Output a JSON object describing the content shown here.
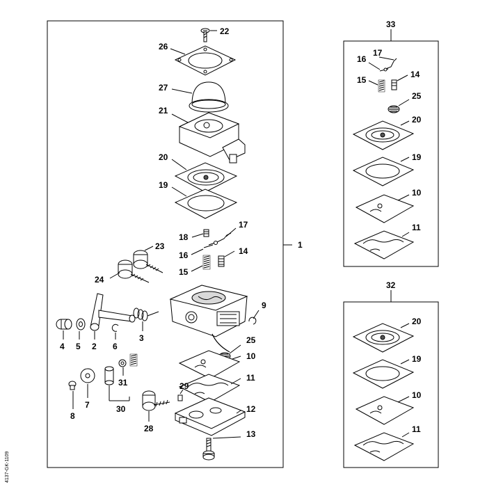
{
  "diagram": {
    "main_assembly_number": "1",
    "kit_33_header": "33",
    "kit_32_header": "32",
    "drawing_code": "4137-GK-1109",
    "main_labels": {
      "p22": "22",
      "p26": "26",
      "p27": "27",
      "p21": "21",
      "p20": "20",
      "p19": "19",
      "p18": "18",
      "p17": "17",
      "p16": "16",
      "p14": "14",
      "p15": "15",
      "p23": "23",
      "p24": "24",
      "p9": "9",
      "p4": "4",
      "p5": "5",
      "p2": "2",
      "p6": "6",
      "p3": "3",
      "p25": "25",
      "p10": "10",
      "p11": "11",
      "p31": "31",
      "p7": "7",
      "p8": "8",
      "p30": "30",
      "p29": "29",
      "p28": "28",
      "p12": "12",
      "p13": "13"
    },
    "kit33_labels": {
      "p17": "17",
      "p16": "16",
      "p14": "14",
      "p15": "15",
      "p25": "25",
      "p20": "20",
      "p19": "19",
      "p10": "10",
      "p11": "11"
    },
    "kit32_labels": {
      "p20": "20",
      "p19": "19",
      "p10": "10",
      "p11": "11"
    }
  }
}
